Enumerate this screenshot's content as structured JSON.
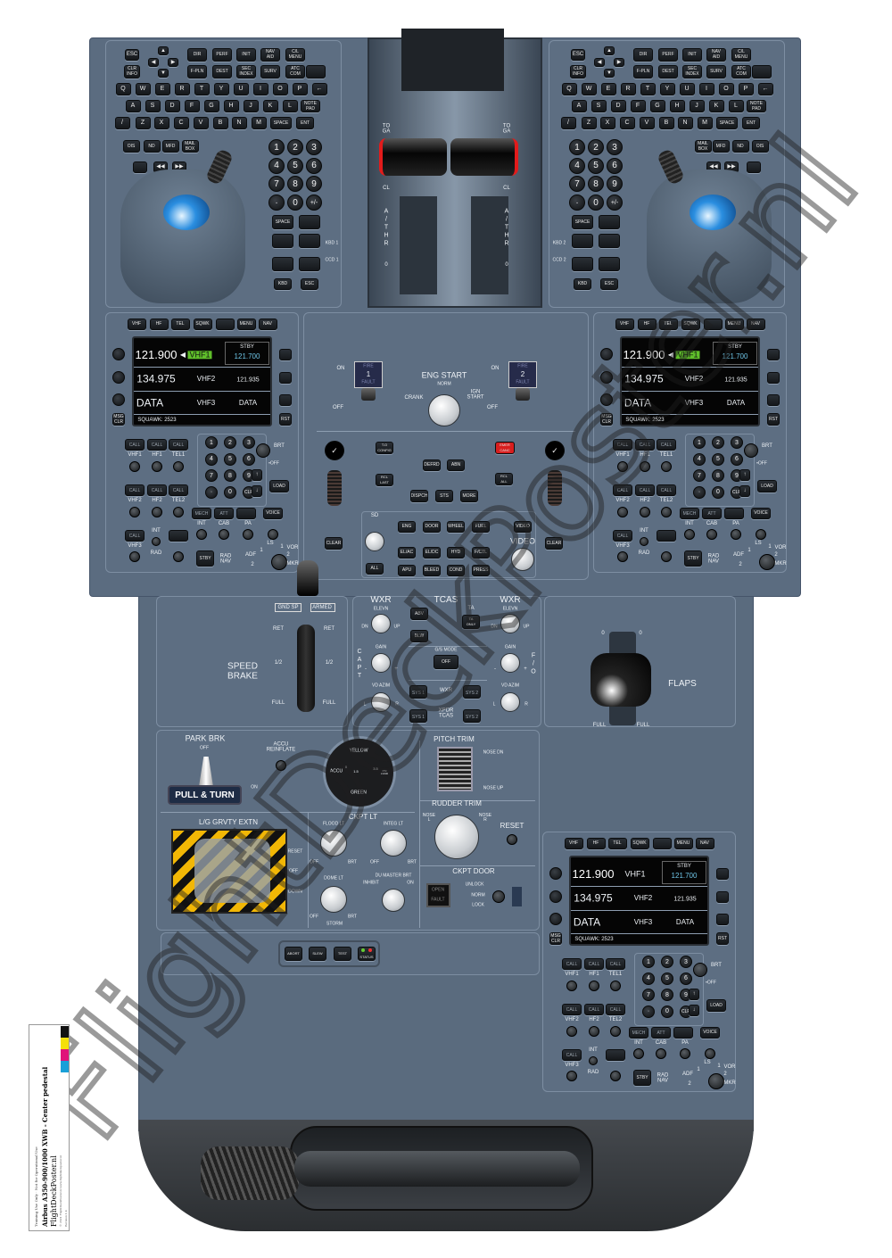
{
  "kbd_left": {
    "esc": "ESC",
    "clr_info": "CLR\nINFO",
    "arrows": [
      "▲",
      "◀",
      "▶",
      "▼"
    ],
    "fn_row1": [
      "DIR",
      "PERF",
      "INIT",
      "NAV\nAID",
      "C/L\nMENU"
    ],
    "fn_row2": [
      "F-PLN",
      "DEST",
      "SEC\nINDEX",
      "SURV",
      "ATC\nCOM",
      ""
    ],
    "row_q": [
      "Q",
      "W",
      "E",
      "R",
      "T",
      "Y",
      "U",
      "I",
      "O",
      "P",
      "←"
    ],
    "row_a": [
      "A",
      "S",
      "D",
      "F",
      "G",
      "H",
      "J",
      "K",
      "L",
      "NOTE\nPAD"
    ],
    "row_z": [
      "/",
      "Z",
      "X",
      "C",
      "V",
      "B",
      "N",
      "M",
      "SPACE",
      "ENT"
    ],
    "display_keys": [
      "OIS",
      "ND",
      "MFD",
      "MAIL\nBOX"
    ],
    "media": [
      "",
      "◀◀",
      "▶▶"
    ],
    "numpad": [
      "1",
      "2",
      "3",
      "4",
      "5",
      "6",
      "7",
      "8",
      "9",
      "·",
      "0",
      "+/-"
    ],
    "space": "SPACE",
    "kbd_label": "KBD 1",
    "ccd_label": "CCD 1",
    "kbd": "KBD",
    "esc2": "ESC"
  },
  "kbd_right": {
    "esc": "ESC",
    "clr_info": "CLR\nINFO",
    "arrows": [
      "▲",
      "◀",
      "▶",
      "▼"
    ],
    "fn_row1": [
      "DIR",
      "PERF",
      "INIT",
      "NAV\nAID",
      "C/L\nMENU"
    ],
    "fn_row2": [
      "F-PLN",
      "DEST",
      "SEC\nINDEX",
      "SURV",
      "ATC\nCOM",
      ""
    ],
    "row_q": [
      "Q",
      "W",
      "E",
      "R",
      "T",
      "Y",
      "U",
      "I",
      "O",
      "P",
      "←"
    ],
    "row_a": [
      "A",
      "S",
      "D",
      "F",
      "G",
      "H",
      "J",
      "K",
      "L",
      "NOTE\nPAD"
    ],
    "row_z": [
      "/",
      "Z",
      "X",
      "C",
      "V",
      "B",
      "N",
      "M",
      "SPACE",
      "ENT"
    ],
    "display_keys": [
      "OIS",
      "ND",
      "MFD",
      "MAIL\nBOX"
    ],
    "media": [
      "",
      "◀◀",
      "▶▶"
    ],
    "numpad": [
      "1",
      "2",
      "3",
      "4",
      "5",
      "6",
      "7",
      "8",
      "9",
      "·",
      "0",
      "+/-"
    ],
    "space": "SPACE",
    "kbd_label": "KBD 2",
    "ccd_label": "CCD 2",
    "kbd": "KBD",
    "esc2": "ESC"
  },
  "throttle": {
    "toga": "TO\nGA",
    "cl": "CL",
    "athr": "A\n/\nT\nH\nR",
    "idle": "0"
  },
  "rmp": {
    "top_buttons": [
      "VHF",
      "HF",
      "TEL",
      "SQWK",
      "",
      "MENU",
      "NAV"
    ],
    "active_freq": "121.900",
    "active_radio": "VHF1",
    "stby_label": "STBY",
    "stby_freq": "121.700",
    "row2": [
      "134.975",
      "VHF2",
      "121.935"
    ],
    "row3": [
      "DATA",
      "VHF3",
      "DATA"
    ],
    "squawk": "SQUAWK: 2523",
    "msg_clr": "MSG\nCLR",
    "rst": "RST",
    "call": "CALL",
    "row1_labels": [
      "VHF1",
      "HF1",
      "TEL1"
    ],
    "row2_labels": [
      "VHF2",
      "HF2",
      "TEL2"
    ],
    "vhf3": "VHF3",
    "int": "INT",
    "rad": "RAD",
    "keypad": [
      "1",
      "2",
      "3",
      "4",
      "5",
      "6",
      "7",
      "8",
      "9",
      "·",
      "0",
      "CLR"
    ],
    "brt": "BRT",
    "off": "•OFF",
    "load": "LOAD",
    "voice": "VOICE",
    "mech": "MECH",
    "att": "ATT",
    "int2": "INT",
    "cab": "CAB",
    "pa": "PA",
    "stby_btn": "STBY",
    "rad_nav": "RAD\nNAV",
    "nav_sel": [
      "ADF",
      "1",
      "2",
      "LS",
      "1",
      "VOR",
      "2",
      "MKR"
    ]
  },
  "eng_start": {
    "on": "ON",
    "off": "OFF",
    "fire1": [
      "FIRE",
      "1",
      "FAULT"
    ],
    "fire2": [
      "FIRE",
      "2",
      "FAULT"
    ],
    "title": "ENG START",
    "norm": "NORM",
    "crank": "CRANK",
    "ign_start": "IGN\nSTART"
  },
  "ecp": {
    "to_config": "T.O\nCONFIG",
    "emer_canc": "EMER\nCANC",
    "defrd": "DEFRD",
    "abn": "ABN",
    "rcl_last": "RCL\nLAST",
    "rcl_all": "RCL\nALL",
    "dispch": "DISPCH",
    "sts": "STS",
    "more": "MORE",
    "sd": "SD",
    "row1": [
      "ENG",
      "DOOR",
      "WHEEL",
      "FUEL"
    ],
    "row2": [
      "EL/AC",
      "EL/DC",
      "HYD",
      "F/CTL"
    ],
    "row3": [
      "APU",
      "BLEED",
      "COND",
      "PRESS"
    ],
    "all": "ALL",
    "video_btn": "VIDEO",
    "video": "VIDEO",
    "clear": "CLEAR"
  },
  "speed_brake": {
    "title": "SPEED\nBRAKE",
    "gnd_splr": "GND SP",
    "armed": "ARMED",
    "ret": "RET",
    "half": "1/2",
    "full": "FULL"
  },
  "wxr_tcas": {
    "wxr": "WXR",
    "tcas": "TCAS",
    "elevn": "ELEVN",
    "dn": "DN",
    "up": "UP",
    "gain": "GAIN",
    "minus": "-",
    "plus": "+",
    "vd_azim": "VD AZIM",
    "l": "L",
    "r": "R",
    "capt": "C\nA\nP\nT",
    "fo": "F\n/\nO",
    "abv": "ABV",
    "blw": "BLW",
    "ta": "TA",
    "ta_only": "TA\nONLY",
    "gs_mode": "G/S MODE",
    "gs_off": "OFF",
    "sys1": "SYS 1",
    "sys2": "SYS 2",
    "wxr_sys": "WXR",
    "xpdr_tcas": "XPDR\nTCAS"
  },
  "flaps": {
    "title": "FLAPS",
    "zero": "0",
    "full": "FULL"
  },
  "park_brk": {
    "title": "PARK BRK",
    "off": "OFF",
    "on": "ON",
    "handle": "PULL & TURN",
    "accu_reinflate": "ACCU\nREINFLATE"
  },
  "brake_gauge": {
    "yellow": "YELLOW",
    "green": "GREEN",
    "accu": "ACCU",
    "zero": "0",
    "mid": "1.5",
    "max": "3.5",
    "unit": "PSI\nx1000"
  },
  "pitch_trim": {
    "title": "PITCH TRIM",
    "nose_dn": "NOSE DN",
    "nose_up": "NOSE UP"
  },
  "rudder_trim": {
    "title": "RUDDER TRIM",
    "nose_l": "NOSE\nL",
    "nose_r": "NOSE\nR",
    "reset": "RESET"
  },
  "lg_grvty": {
    "title": "L/G GRVTY EXTN",
    "reset": "RESET",
    "off": "OFF",
    "down": "DOWN"
  },
  "ckpt_lt": {
    "title": "CKPT LT",
    "flood": "FLOOD LT",
    "integ": "INTEG LT",
    "dome": "DOME LT",
    "off": "OFF",
    "brt": "BRT",
    "storm": "STORM",
    "du_master": "DU MASTER BRT",
    "inhibit": "INHIBIT",
    "on": "ON"
  },
  "ckpt_door": {
    "title": "CKPT DOOR",
    "open": "OPEN",
    "fault": "FAULT",
    "unlock": "UNLOCK",
    "norm": "NORM",
    "lock": "LOCK"
  },
  "test_panel": {
    "buttons": [
      "ABORT",
      "SLEW",
      "TEST"
    ],
    "status": "STATUS"
  },
  "poster": {
    "disclaimer": "Training Use Only · Not for Operational Use",
    "title": "Airbus A350-900/1000 XWB  -  Center pedestal",
    "brand": "FlightDeckPoster.nl",
    "copyright": "© 2021 FlightDeckPoster.nl   www.flightdeckposter.nl",
    "revision": "Revision 1.4",
    "watermark": "FlightDeckPoster.nl"
  },
  "colors": {
    "panel": "#5b6c80",
    "vhf_active": "#5fbf2a",
    "stby_freq": "#6fc6e8",
    "emer": "#d81e1e",
    "hazard": "#f2b705"
  }
}
